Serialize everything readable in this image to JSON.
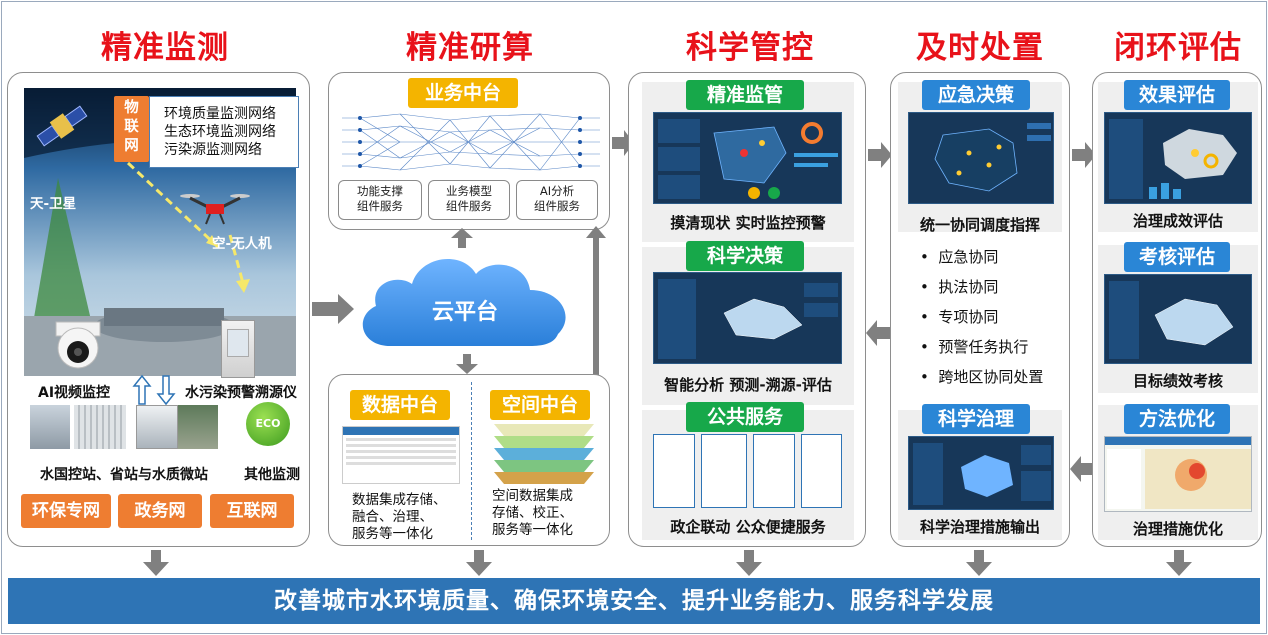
{
  "columns": {
    "c1": "精准监测",
    "c2": "精准研算",
    "c3": "科学管控",
    "c4": "及时处置",
    "c5": "闭环评估"
  },
  "monitor": {
    "iot_badge": "物\n联\n网",
    "networks": [
      "环境质量监测网络",
      "生态环境监测网络",
      "污染源监测网络"
    ],
    "sky_label": "天-卫星",
    "air_label": "空-无人机",
    "ai_video": "AI视频监控",
    "water_tracer": "水污染预警溯源仪",
    "stations": "水国控站、省站与水质微站",
    "other": "其他监测",
    "eco": "ECO",
    "nets": [
      "环保专网",
      "政务网",
      "互联网"
    ]
  },
  "compute": {
    "biz_center": "业务中台",
    "comp_boxes": [
      "功能支撑\n组件服务",
      "业务模型\n组件服务",
      "AI分析\n组件服务"
    ],
    "cloud": "云平台",
    "data_center": "数据中台",
    "space_center": "空间中台",
    "data_desc": "数据集成存储、\n融合、治理、\n服务等一体化",
    "space_desc": "空间数据集成\n存储、校正、\n服务等一体化"
  },
  "control": {
    "t1": "精准监管",
    "c1": "摸清现状 实时监控预警",
    "t2": "科学决策",
    "c2": "智能分析 预测-溯源-评估",
    "t3": "公共服务",
    "c3": "政企联动 公众便捷服务"
  },
  "dispose": {
    "t1": "应急决策",
    "headline": "统一协同调度指挥",
    "items": [
      "应急协同",
      "执法协同",
      "专项协同",
      "预警任务执行",
      "跨地区协同处置"
    ],
    "t2": "科学治理",
    "c2": "科学治理措施输出"
  },
  "evaluate": {
    "t1": "效果评估",
    "c1": "治理成效评估",
    "t2": "考核评估",
    "c2": "目标绩效考核",
    "t3": "方法优化",
    "c3": "治理措施优化"
  },
  "bottom": "改善城市水环境质量、确保环境安全、提升业务能力、服务科学发展",
  "colors": {
    "title_red": "#e8121a",
    "tag_orange": "#f4b400",
    "tag_green": "#17a84a",
    "tag_blue": "#2a86d6",
    "net_orange": "#ee7d31",
    "bar_blue": "#2e74b5",
    "cloud_blue": "#3b8fe0"
  }
}
